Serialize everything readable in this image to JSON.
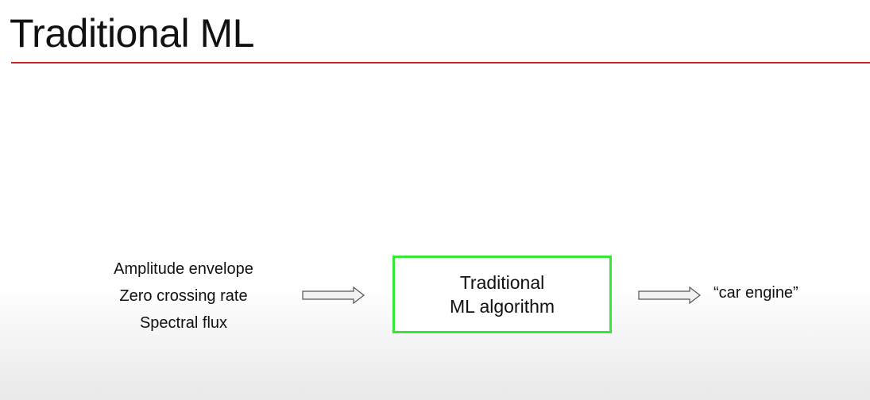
{
  "slide": {
    "title": "Traditional ML"
  },
  "diagram": {
    "features": [
      "Amplitude envelope",
      "Zero crossing rate",
      "Spectral flux"
    ],
    "algorithm_lines": [
      "Traditional",
      "ML algorithm"
    ],
    "output": "“car engine”"
  },
  "colors": {
    "title_rule": "#cc2222",
    "box_border": "#36e836",
    "arrow_fill": "#f2f2f2",
    "arrow_stroke": "#555555"
  },
  "icons": [
    "arrow-right-icon",
    "arrow-right-icon"
  ]
}
